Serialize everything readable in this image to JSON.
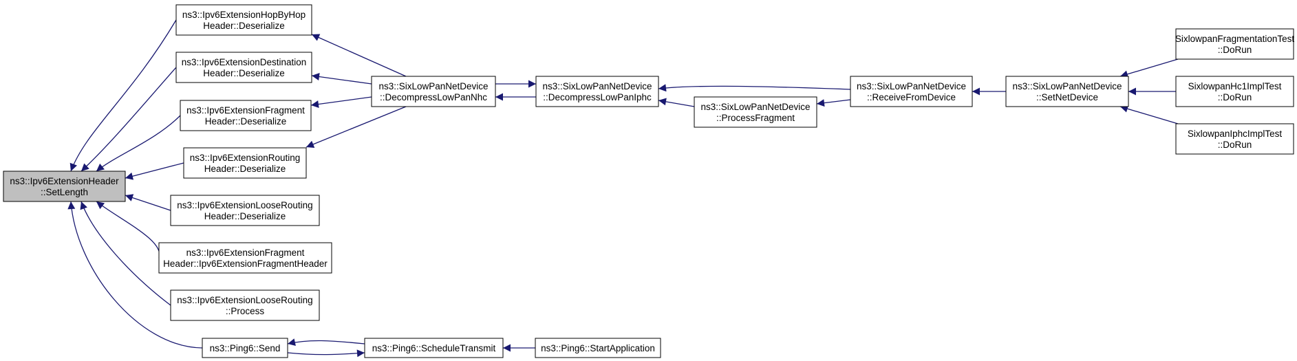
{
  "colors": {
    "edge": "#191970",
    "node_border": "#000000",
    "node_fill": "#ffffff",
    "root_fill": "#bfbfbf",
    "text": "#000000"
  },
  "nodes": [
    {
      "id": "setlength",
      "lines": [
        "ns3::Ipv6ExtensionHeader",
        "::SetLength"
      ],
      "root": true
    },
    {
      "id": "hbh_deser",
      "lines": [
        "ns3::Ipv6ExtensionHopByHop",
        "Header::Deserialize"
      ]
    },
    {
      "id": "dest_deser",
      "lines": [
        "ns3::Ipv6ExtensionDestination",
        "Header::Deserialize"
      ]
    },
    {
      "id": "frag_deser",
      "lines": [
        "ns3::Ipv6ExtensionFragment",
        "Header::Deserialize"
      ]
    },
    {
      "id": "rout_deser",
      "lines": [
        "ns3::Ipv6ExtensionRouting",
        "Header::Deserialize"
      ]
    },
    {
      "id": "loose_deser",
      "lines": [
        "ns3::Ipv6ExtensionLooseRouting",
        "Header::Deserialize"
      ]
    },
    {
      "id": "frag_ctor",
      "lines": [
        "ns3::Ipv6ExtensionFragment",
        "Header::Ipv6ExtensionFragmentHeader"
      ]
    },
    {
      "id": "loose_process",
      "lines": [
        "ns3::Ipv6ExtensionLooseRouting",
        "::Process"
      ]
    },
    {
      "id": "ping_send",
      "lines": [
        "ns3::Ping6::Send"
      ]
    },
    {
      "id": "ping_sched",
      "lines": [
        "ns3::Ping6::ScheduleTransmit"
      ]
    },
    {
      "id": "ping_start",
      "lines": [
        "ns3::Ping6::StartApplication"
      ]
    },
    {
      "id": "decomp_nhc",
      "lines": [
        "ns3::SixLowPanNetDevice",
        "::DecompressLowPanNhc"
      ]
    },
    {
      "id": "decomp_iphc",
      "lines": [
        "ns3::SixLowPanNetDevice",
        "::DecompressLowPanIphc"
      ]
    },
    {
      "id": "proc_frag",
      "lines": [
        "ns3::SixLowPanNetDevice",
        "::ProcessFragment"
      ]
    },
    {
      "id": "recv_dev",
      "lines": [
        "ns3::SixLowPanNetDevice",
        "::ReceiveFromDevice"
      ]
    },
    {
      "id": "set_netdev",
      "lines": [
        "ns3::SixLowPanNetDevice",
        "::SetNetDevice"
      ]
    },
    {
      "id": "test_frag",
      "lines": [
        "SixlowpanFragmentationTest",
        "::DoRun"
      ]
    },
    {
      "id": "test_hc1",
      "lines": [
        "SixlowpanHc1ImplTest",
        "::DoRun"
      ]
    },
    {
      "id": "test_iphc",
      "lines": [
        "SixlowpanIphcImplTest",
        "::DoRun"
      ]
    }
  ],
  "edges": [
    {
      "from": "hbh_deser",
      "to": "setlength"
    },
    {
      "from": "dest_deser",
      "to": "setlength"
    },
    {
      "from": "frag_deser",
      "to": "setlength"
    },
    {
      "from": "rout_deser",
      "to": "setlength"
    },
    {
      "from": "loose_deser",
      "to": "setlength"
    },
    {
      "from": "frag_ctor",
      "to": "setlength"
    },
    {
      "from": "loose_process",
      "to": "setlength"
    },
    {
      "from": "ping_send",
      "to": "setlength"
    },
    {
      "from": "decomp_nhc",
      "to": "hbh_deser"
    },
    {
      "from": "decomp_nhc",
      "to": "dest_deser"
    },
    {
      "from": "decomp_nhc",
      "to": "frag_deser"
    },
    {
      "from": "decomp_nhc",
      "to": "rout_deser"
    },
    {
      "from": "decomp_iphc",
      "to": "decomp_nhc"
    },
    {
      "from": "decomp_nhc",
      "to": "decomp_iphc"
    },
    {
      "from": "recv_dev",
      "to": "decomp_iphc"
    },
    {
      "from": "proc_frag",
      "to": "decomp_iphc"
    },
    {
      "from": "recv_dev",
      "to": "proc_frag"
    },
    {
      "from": "set_netdev",
      "to": "recv_dev"
    },
    {
      "from": "test_frag",
      "to": "set_netdev"
    },
    {
      "from": "test_hc1",
      "to": "set_netdev"
    },
    {
      "from": "test_iphc",
      "to": "set_netdev"
    },
    {
      "from": "ping_sched",
      "to": "ping_send"
    },
    {
      "from": "ping_send",
      "to": "ping_sched"
    },
    {
      "from": "ping_start",
      "to": "ping_sched"
    }
  ]
}
